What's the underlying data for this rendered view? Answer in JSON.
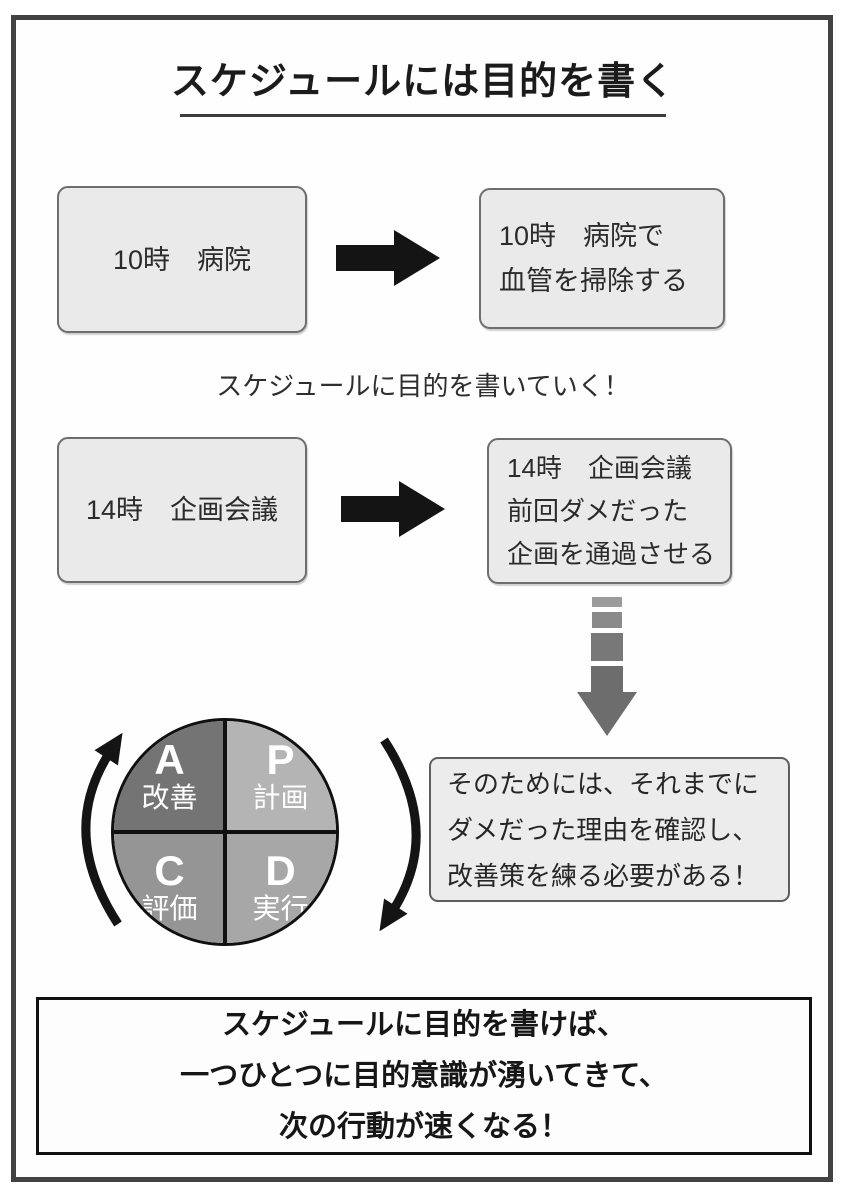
{
  "title": {
    "text": "スケジュールには目的を書く"
  },
  "flow1": {
    "before": "10時　病院",
    "after": {
      "line1": "10時　病院で",
      "line2": "血管を掃除する"
    }
  },
  "caption": "スケジュールに目的を書いていく！",
  "flow2": {
    "before": "14時　企画会議",
    "after": {
      "line1": "14時　企画会議",
      "line2": "前回ダメだった",
      "line3": "企画を通過させる"
    }
  },
  "pdca": {
    "a": {
      "letter": "A",
      "label": "改善",
      "color": "#747474"
    },
    "p": {
      "letter": "P",
      "label": "計画",
      "color": "#b4b4b4"
    },
    "c": {
      "letter": "C",
      "label": "評価",
      "color": "#959595"
    },
    "d": {
      "letter": "D",
      "label": "実行",
      "color": "#a7a7a7"
    }
  },
  "note": {
    "line1": "そのためには、それまでに",
    "line2": "ダメだった理由を確認し、",
    "line3": "改善策を練る必要がある！"
  },
  "conclusion": {
    "line1": "スケジュールに目的を書けば、",
    "line2": "一つひとつに目的意識が湧いてきて、",
    "line3": "次の行動が速くなる！"
  },
  "colors": {
    "frame_border": "#424242",
    "box_fill": "#eaeaea",
    "box_border": "#6e6e6e",
    "black_arrow": "#141414",
    "gray_arrow": "#6d6d6d",
    "circle_outline": "#101010"
  }
}
